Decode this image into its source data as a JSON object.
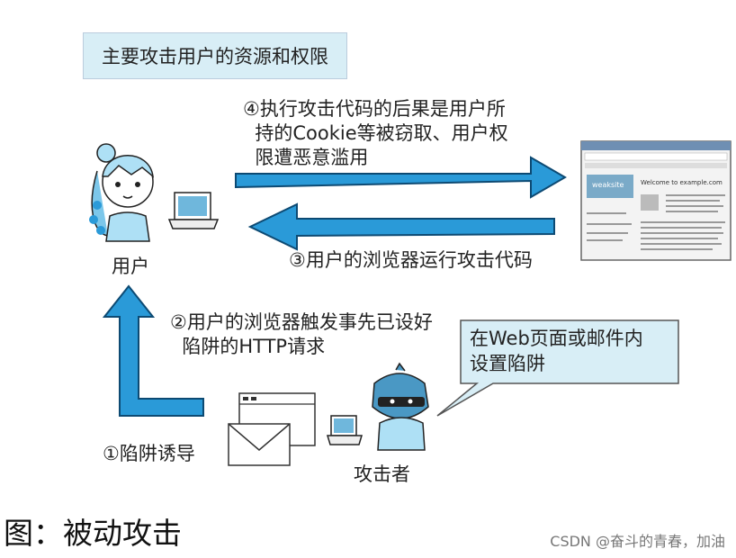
{
  "title": "主要攻击用户的资源和权限",
  "victim_label": "用户",
  "attacker_label": "攻击者",
  "step4": "④执行攻击代码的后果是用户所\n  持的Cookie等被窃取、用户权\n  限遭恶意滥用",
  "step3": "③用户的浏览器运行攻击代码",
  "step2": "②用户的浏览器触发事先已设好\n  陷阱的HTTP请求",
  "step1": "①陷阱诱导",
  "bubble": "在Web页面或邮件内\n设置陷阱",
  "browser": {
    "logo": "weaksite",
    "heading": "Welcome to example.com"
  },
  "caption": "图：被动攻击",
  "watermark": "CSDN @奋斗的青春，加油",
  "colors": {
    "arrow": "#2a9ad8",
    "title_bg": "#d8eef6"
  }
}
